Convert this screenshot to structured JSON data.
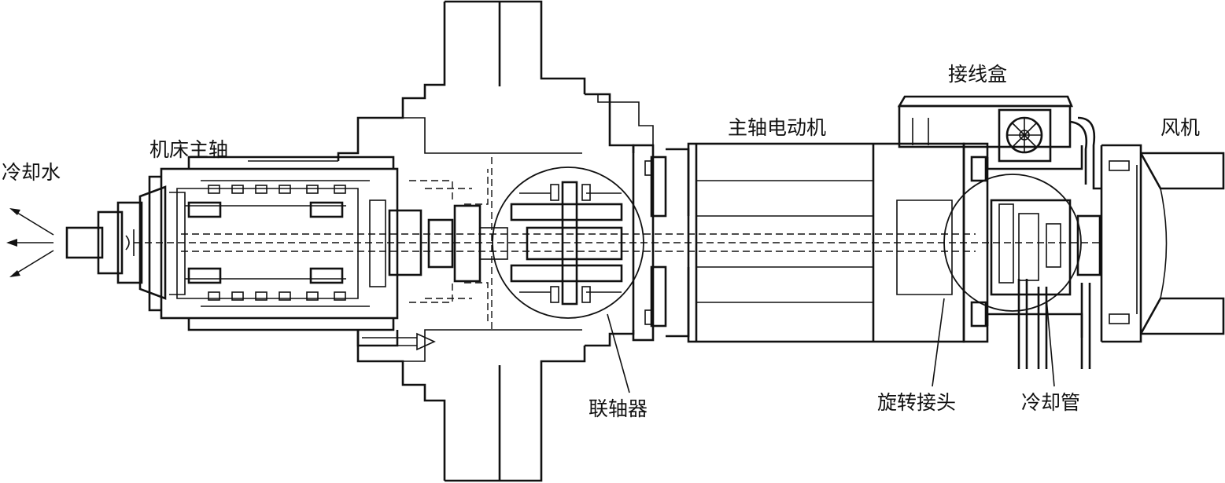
{
  "diagram": {
    "labels": {
      "coolant_water": "冷却水",
      "machine_spindle": "机床主轴",
      "spindle_motor": "主轴电动机",
      "junction_box": "接线盒",
      "fan": "风机",
      "coupling": "联轴器",
      "rotary_joint": "旋转接头",
      "cooling_pipe": "冷却管"
    }
  }
}
